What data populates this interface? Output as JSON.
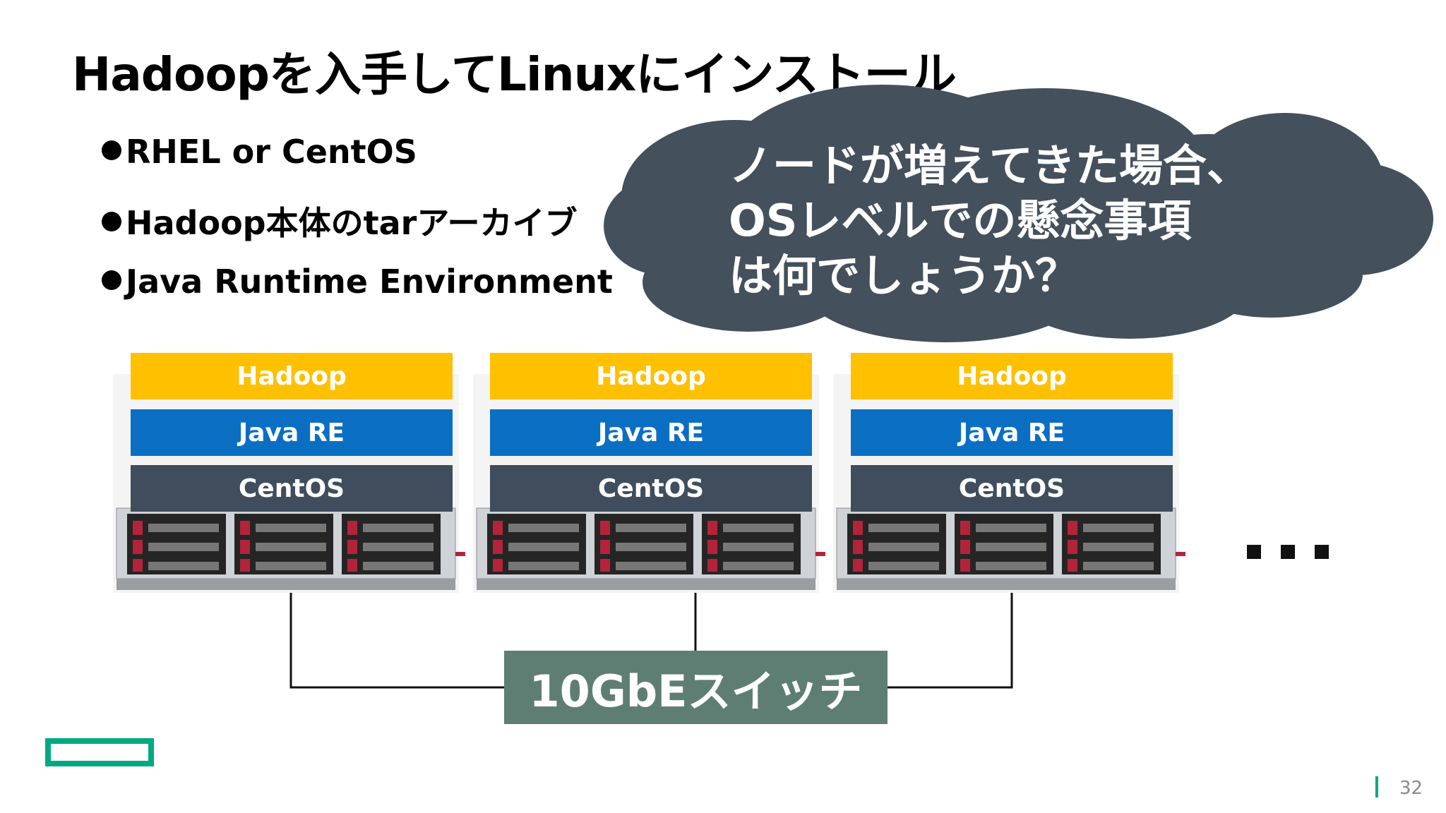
{
  "slide": {
    "title": "Hadoopを入手してLinuxにインストール",
    "bullets": [
      "RHEL or CentOS",
      "Hadoop本体のtarアーカイブ",
      "Java Runtime Environment"
    ],
    "callout": {
      "lines": [
        "ノードが増えてきた場合、",
        "OSレベルでの懸念事項",
        "は何でしょうか？"
      ]
    },
    "nodes": [
      {
        "layers": [
          "Hadoop",
          "Java RE",
          "CentOS"
        ]
      },
      {
        "layers": [
          "Hadoop",
          "Java RE",
          "CentOS"
        ]
      },
      {
        "layers": [
          "Hadoop",
          "Java RE",
          "CentOS"
        ]
      }
    ],
    "switch_label": "10GbEスイッチ",
    "page_number": "32"
  },
  "colors": {
    "hadoop": "#ffc000",
    "java": "#0a6fc2",
    "centos": "#3f4d5c",
    "cloud": "#44505c",
    "switch": "#5e7e74",
    "brand_green": "#01a982"
  }
}
